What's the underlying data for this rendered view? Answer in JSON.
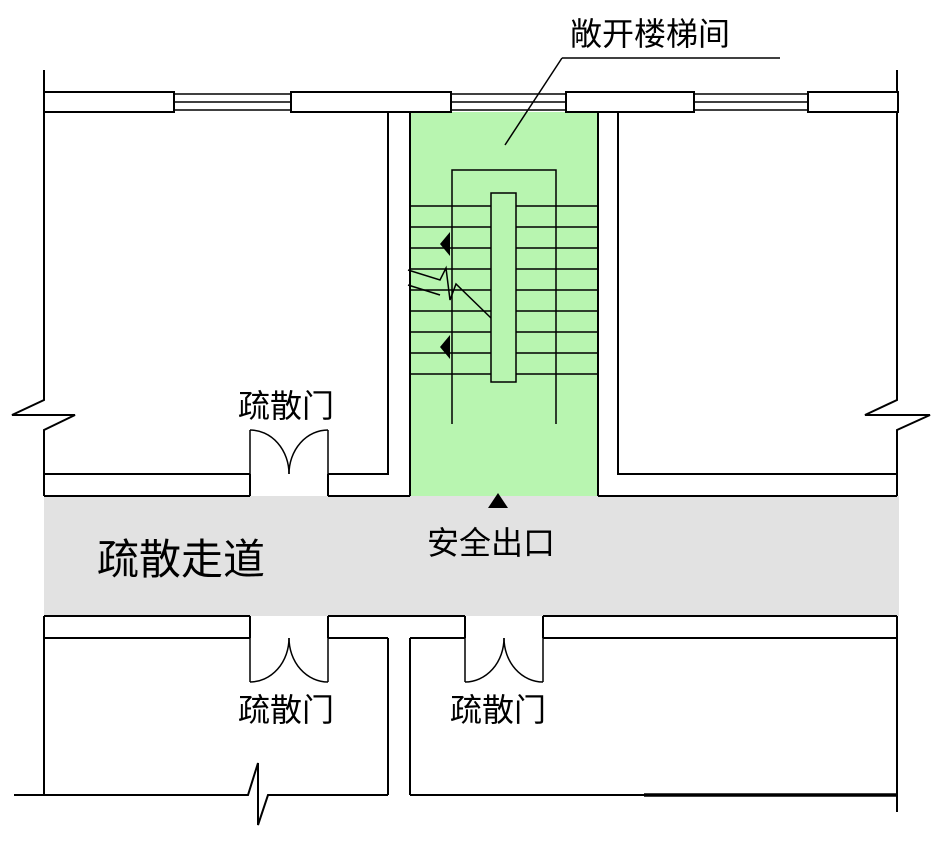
{
  "labels": {
    "stairwell": "敞开楼梯间",
    "door_upper_left": "疏散门",
    "corridor": "疏散走道",
    "exit": "安全出口",
    "door_lower_left": "疏散门",
    "door_lower_middle": "疏散门"
  },
  "colors": {
    "stairwell_fill": "#b8f5b0",
    "corridor_fill": "#e2e2e2",
    "line": "#000000"
  }
}
